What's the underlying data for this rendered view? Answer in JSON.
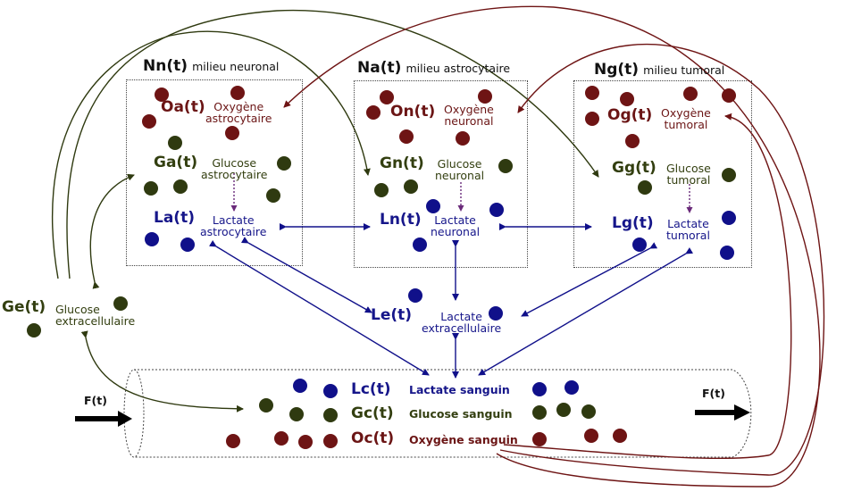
{
  "colors": {
    "oxygen": "#6e1414",
    "glucose": "#2f3a10",
    "lactate": "#10108a",
    "arrow_flow": "#000000"
  },
  "compartments": {
    "neuronal": {
      "title_symbol": "Nn(t)",
      "title_text": "milieu neuronal",
      "oxygen_symbol": "Oa(t)",
      "oxygen_label": "Oxygène\nastrocytaire",
      "glucose_symbol": "Ga(t)",
      "glucose_label": "Glucose\nastrocytaire",
      "lactate_symbol": "La(t)",
      "lactate_label": "Lactate\nastrocytaire"
    },
    "astrocytaire": {
      "title_symbol": "Na(t)",
      "title_text": "milieu astrocytaire",
      "oxygen_symbol": "On(t)",
      "oxygen_label": "Oxygène\nneuronal",
      "glucose_symbol": "Gn(t)",
      "glucose_label": "Glucose\nneuronal",
      "lactate_symbol": "Ln(t)",
      "lactate_label": "Lactate\nneuronal"
    },
    "tumoral": {
      "title_symbol": "Ng(t)",
      "title_text": "milieu tumoral",
      "oxygen_symbol": "Og(t)",
      "oxygen_label": "Oxygène\ntumoral",
      "glucose_symbol": "Gg(t)",
      "glucose_label": "Glucose\ntumoral",
      "lactate_symbol": "Lg(t)",
      "lactate_label": "Lactate\ntumoral"
    }
  },
  "extracellular": {
    "glucose_symbol": "Ge(t)",
    "glucose_label": "Glucose\nextracellulaire",
    "lactate_symbol": "Le(t)",
    "lactate_label": "Lactate\nextracellulaire"
  },
  "blood": {
    "lactate_symbol": "Lc(t)",
    "lactate_label": "Lactate sanguin",
    "glucose_symbol": "Gc(t)",
    "glucose_label": "Glucose sanguin",
    "oxygen_symbol": "Oc(t)",
    "oxygen_label": "Oxygène sanguin",
    "flow_in_label": "F(t)",
    "flow_out_label": "F(t)"
  }
}
